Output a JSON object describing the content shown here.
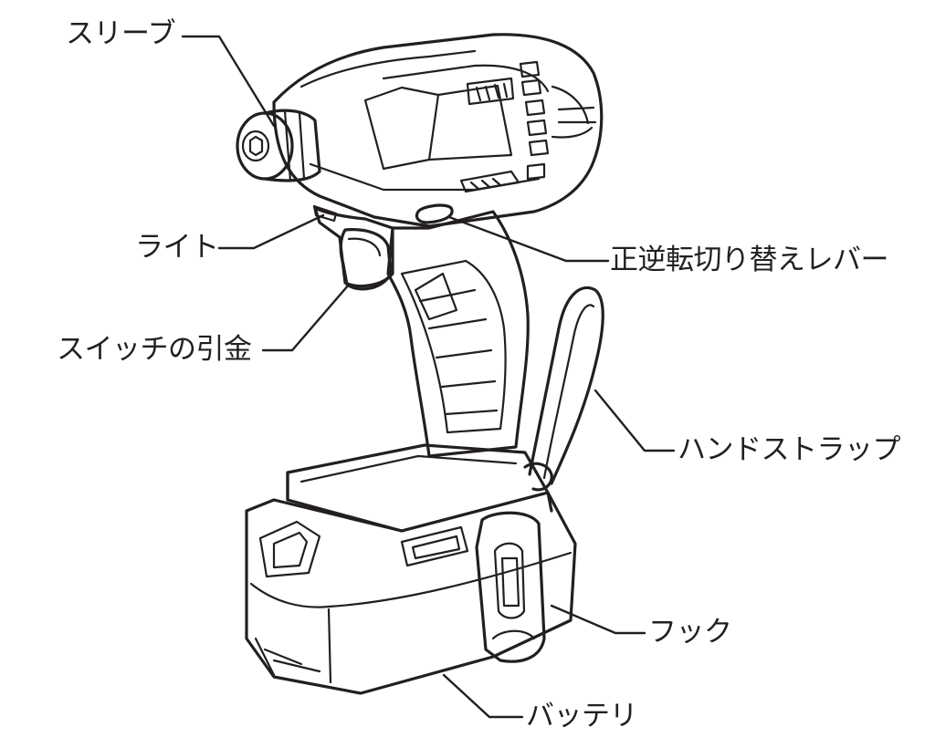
{
  "diagram": {
    "labels": {
      "sleeve": "スリーブ",
      "light": "ライト",
      "trigger": "スイッチの引金",
      "reverse_lever": "正逆転切り替えレバー",
      "hand_strap": "ハンドストラップ",
      "hook": "フック",
      "battery": "バッテリ"
    }
  }
}
